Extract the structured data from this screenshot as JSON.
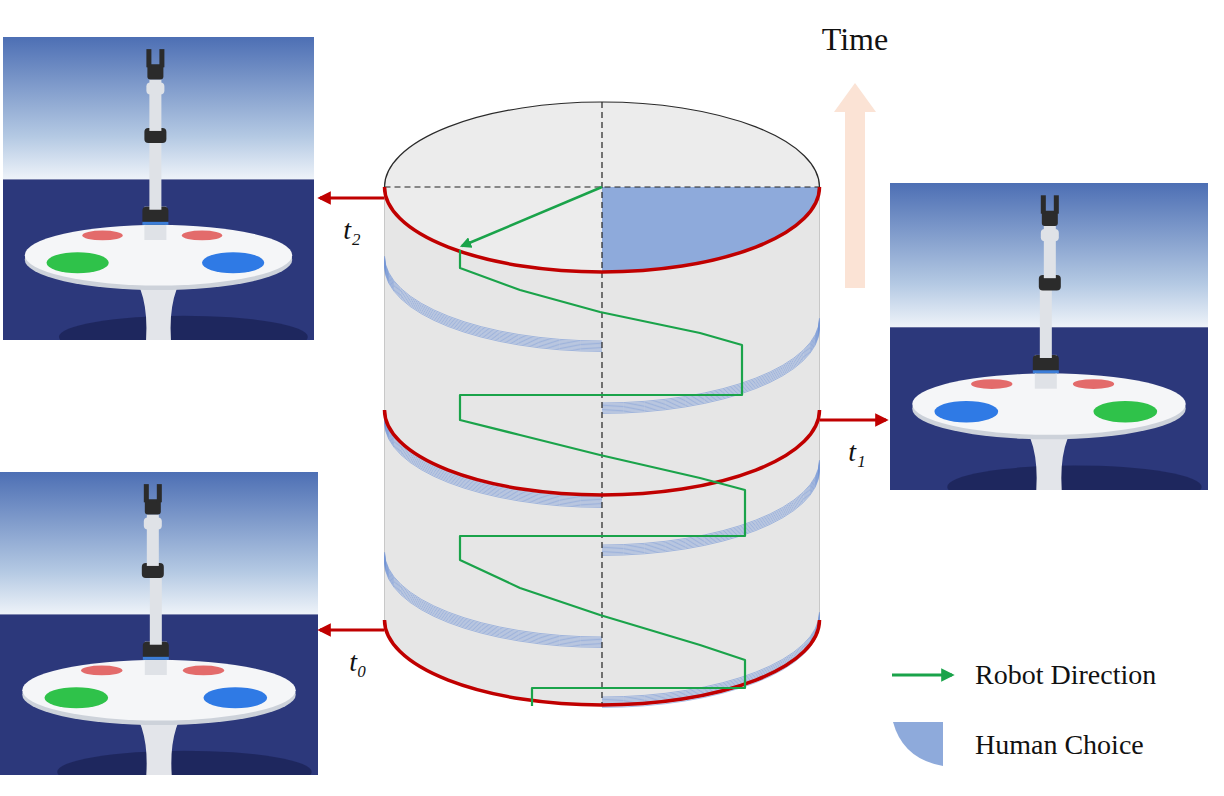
{
  "diagram": {
    "labels": [
      "Time",
      "t₂",
      "t₁",
      "t₀"
    ],
    "legend": [
      {
        "text": "Robot Direction"
      },
      {
        "text": "Human Choice",
        "color": "#8eaadb"
      }
    ]
  }
}
